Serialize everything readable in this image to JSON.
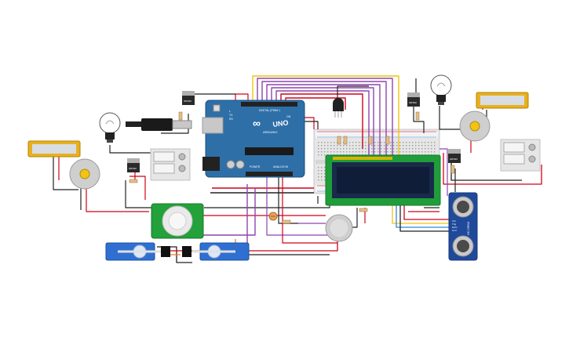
{
  "board": {
    "logo": "∞",
    "brand": "ARDUINO",
    "model": "UNO",
    "tx_label": "TX",
    "rx_label": "RX",
    "l_label": "L",
    "on_label": "ON",
    "digital_label": "DIGITAL (PWM~)",
    "power_label": "POWER",
    "analog_label": "ANALOG IN"
  },
  "transistors": {
    "part_label": "IRF520"
  },
  "ultrasonic": {
    "pins": [
      "Vcc",
      "Trig",
      "Echo",
      "Gnd"
    ],
    "model": "HC-SR04"
  },
  "colors": {
    "wire_red": "#d0021b",
    "wire_black": "#222222",
    "wire_purple": "#8e44ad",
    "wire_orange": "#e67e22",
    "wire_yellow": "#f1c40f",
    "wire_blue": "#2e86de",
    "wire_gray": "#8a8a8a",
    "arduino_blue": "#2e6fa8",
    "lcd_green": "#1f9d3a",
    "servo_blue": "#2f6fd1",
    "pir_green": "#23a13b",
    "lcd_amber": "#e8b021"
  }
}
